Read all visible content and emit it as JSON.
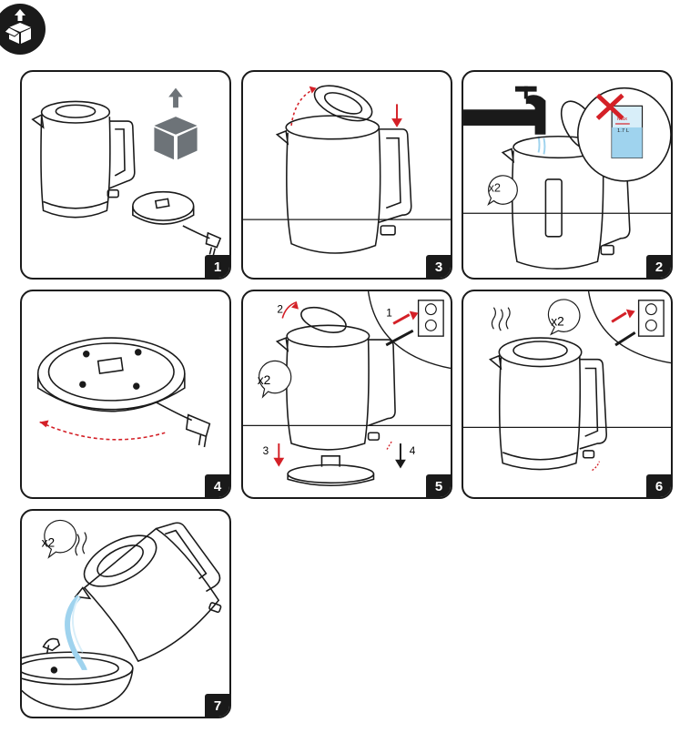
{
  "header": {
    "icon": "unbox-icon"
  },
  "steps": [
    {
      "number": "1"
    },
    {
      "number": "3"
    },
    {
      "number": "2",
      "repeat": "x2",
      "measure_max": "Max",
      "measure_value": "1.7 L"
    },
    {
      "number": "4"
    },
    {
      "number": "5",
      "repeat": "x2",
      "labels": [
        "1",
        "2",
        "3",
        "4"
      ]
    },
    {
      "number": "6",
      "repeat": "x2"
    },
    {
      "number": "7",
      "repeat": "x2"
    }
  ],
  "colors": {
    "accent": "#d42027",
    "line": "#1a1a1a",
    "water": "#9fd3ee"
  }
}
